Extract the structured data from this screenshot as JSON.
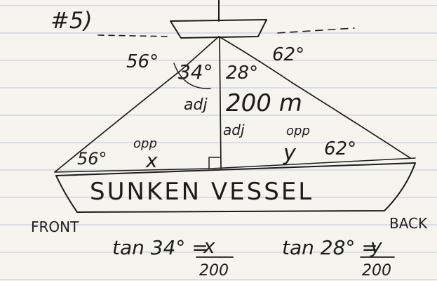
{
  "problem_number": "#5)",
  "angles": {
    "top_left_exterior": "56°",
    "top_right_exterior": "62°",
    "top_left_interior": "34°",
    "top_right_interior": "28°",
    "bottom_left": "56°",
    "bottom_right": "62°"
  },
  "labels": {
    "adj_left": "adj",
    "adj_middle": "adj",
    "depth": "200 m",
    "opp_left": "opp",
    "opp_right": "opp",
    "x": "x",
    "y": "y",
    "vessel": "SUNKEN VESSEL",
    "front": "FRONT",
    "back": "BACK"
  },
  "equations": {
    "left_lhs": "tan 34° =",
    "left_numerator": "x",
    "left_denominator": "200",
    "right_lhs": "tan 28° =",
    "right_numerator": "y",
    "right_denominator": "200"
  },
  "colors": {
    "paper": "#f6f4ef",
    "ruled_line": "#b9c9db",
    "margin_line": "#d8a3a3",
    "ink": "#1c1c1c"
  }
}
